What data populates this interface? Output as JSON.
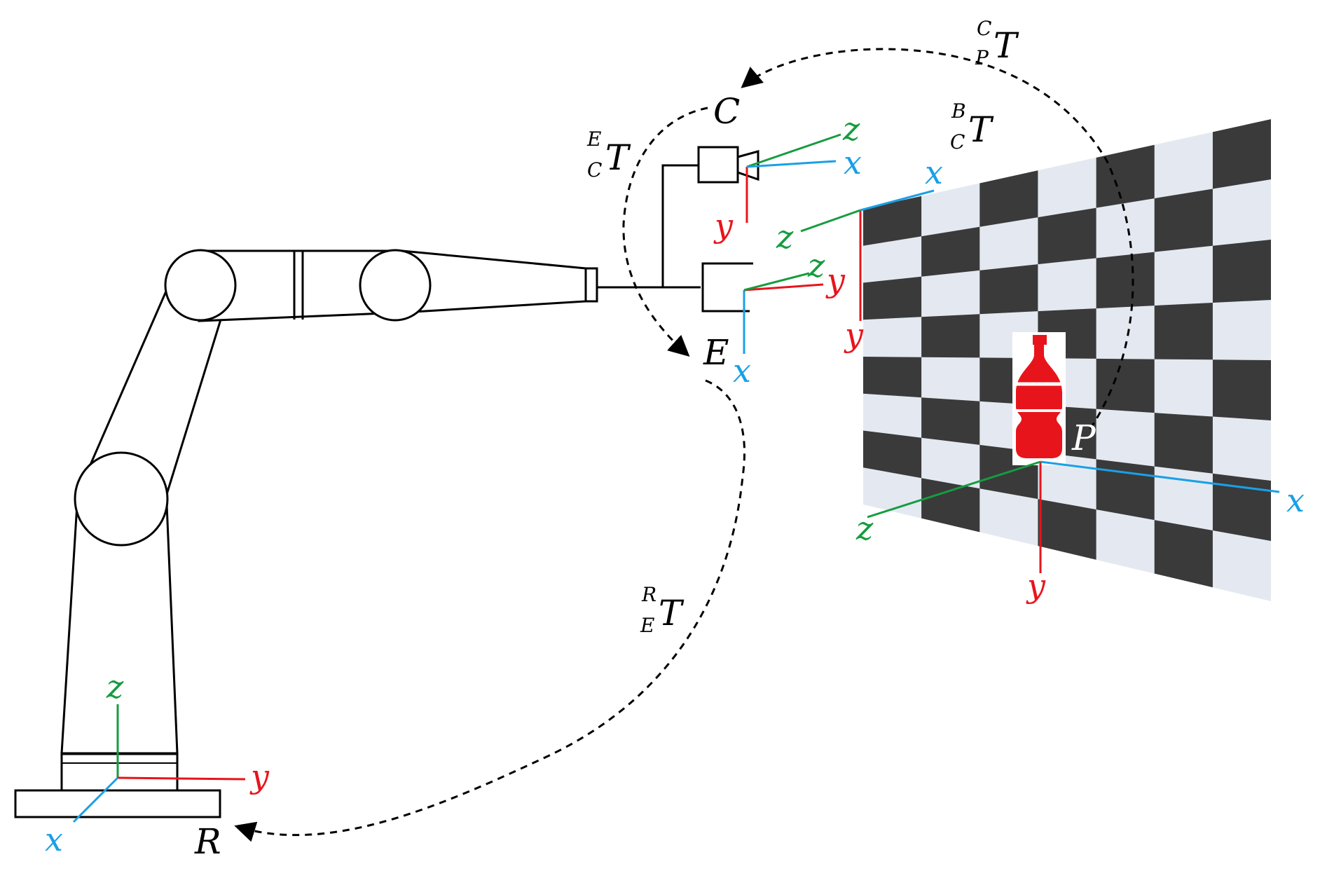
{
  "frames": {
    "robot_base": "R",
    "end_effector": "E",
    "camera": "C",
    "object": "P"
  },
  "transforms": {
    "robot_to_effector": {
      "base": "T",
      "sup": "R",
      "sub": "E"
    },
    "effector_to_camera": {
      "base": "T",
      "sup": "E",
      "sub": "C"
    },
    "camera_to_object": {
      "base": "T",
      "sup": "C",
      "sub": "P"
    },
    "board_to_camera": {
      "base": "T",
      "sup": "B",
      "sub": "C"
    }
  },
  "axis_labels": {
    "x": "x",
    "y": "y",
    "z": "z"
  },
  "colors": {
    "x_axis": "#1aa0e6",
    "y_axis": "#e8141b",
    "z_axis": "#169c3f",
    "board_dark": "#3a3a3a",
    "board_light": "#e4e9f1",
    "bottle": "#e8141b",
    "line": "#000000"
  },
  "icons": [
    "robot-arm",
    "camera",
    "gripper",
    "checkerboard",
    "bottle-icon"
  ]
}
